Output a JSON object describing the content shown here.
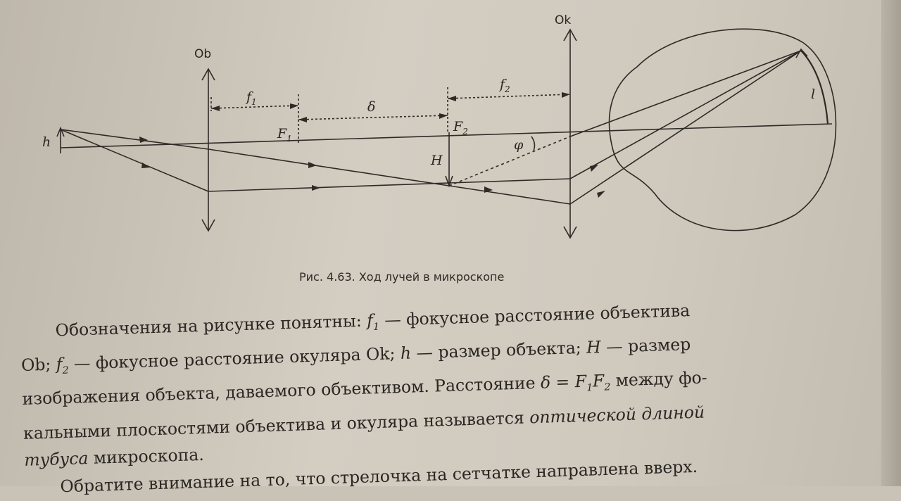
{
  "figure": {
    "labels": {
      "ob": "Ob",
      "ok": "Ok",
      "h": "h",
      "H": "H",
      "f": "f",
      "f1_sub": "1",
      "f2_sub": "2",
      "F": "F",
      "delta": "δ",
      "phi": "φ",
      "l": "l"
    },
    "caption": "Рис. 4.63. Ход лучей в микроскопе"
  },
  "text": {
    "l1_a": "Обозначения на рисунке понятны: ",
    "f": "f",
    "sub1": "1",
    "sub2": "2",
    "l1_b": " — фокусное расстояние объектива",
    "l2_a": "Ob; ",
    "l2_b": " — фокусное расстояние окуляра Ok; ",
    "h": "h",
    "l2_c": " — размер объекта; ",
    "H": "H",
    "l2_d": " — размер",
    "l3_a": "изображения объекта, даваемого объективом. Расстояние ",
    "delta": "δ",
    "eq": " = ",
    "F": "F",
    "l3_b": " между фо-",
    "l4_a": "кальными плоскостями объектива и окуляра называется ",
    "l4_italic": "оптической длиной",
    "l5_italic": "тубуса",
    "l5_b": " микроскопа.",
    "l6": "Обратите внимание на то, что стрелочка на сетчатке направлена вверх."
  }
}
